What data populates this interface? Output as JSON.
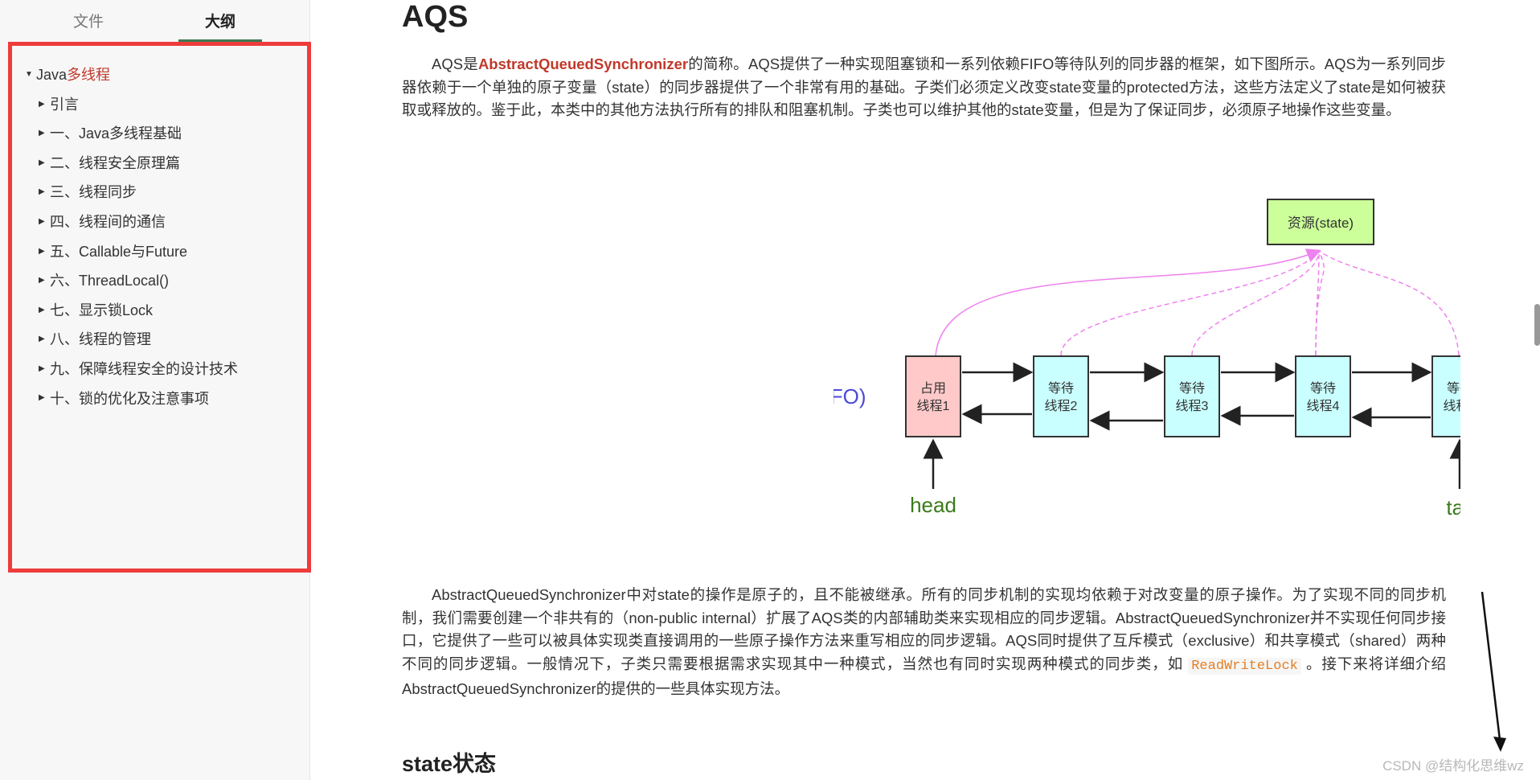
{
  "sidebar": {
    "tabs": {
      "files": "文件",
      "outline": "大纲"
    },
    "root": {
      "label_a": "Java",
      "label_b": "多线程"
    },
    "items": [
      "引言",
      "一、Java多线程基础",
      "二、线程安全原理篇",
      "三、线程同步",
      "四、线程间的通信",
      "五、Callable与Future",
      "六、ThreadLocal()",
      "七、显示锁Lock",
      "八、线程的管理",
      "九、保障线程安全的设计技术",
      "十、锁的优化及注意事项"
    ],
    "collapse_label": "<",
    "source_label": "</>"
  },
  "main": {
    "title": "AQS",
    "para1": {
      "prefix": "AQS是",
      "bold": "AbstractQueuedSynchronizer",
      "suffix": "的简称。AQS提供了一种实现阻塞锁和一系列依赖FIFO等待队列的同步器的框架，如下图所示。AQS为一系列同步器依赖于一个单独的原子变量（state）的同步器提供了一个非常有用的基础。子类们必须定义改变state变量的protected方法，这些方法定义了state是如何被获取或释放的。鉴于此，本类中的其他方法执行所有的排队和阻塞机制。子类也可以维护其他的state变量，但是为了保证同步，必须原子地操作这些变量。"
    },
    "diagram": {
      "resource": "资源(state)",
      "queue_label": "CLH队列(FIFO)",
      "nodes": [
        {
          "line1": "占用",
          "line2": "线程1"
        },
        {
          "line1": "等待",
          "line2": "线程2"
        },
        {
          "line1": "等待",
          "line2": "线程3"
        },
        {
          "line1": "等待",
          "line2": "线程4"
        },
        {
          "line1": "等待",
          "line2": "线程n"
        }
      ],
      "head": "head",
      "tail": "tail"
    },
    "para2": {
      "prefix": "AbstractQueuedSynchronizer中对state的操作是原子的，且不能被继承。所有的同步机制的实现均依赖于对改变量的原子操作。为了实现不同的同步机制，我们需要创建一个非共有的（non-public internal）扩展了AQS类的内部辅助类来实现相应的同步逻辑。AbstractQueuedSynchronizer并不实现任何同步接口，它提供了一些可以被具体实现类直接调用的一些原子操作方法来重写相应的同步逻辑。AQS同时提供了互斥模式（exclusive）和共享模式（shared）两种不同的同步逻辑。一般情况下，子类只需要根据需求实现其中一种模式，当然也有同时实现两种模式的同步类，如 ",
      "code": "ReadWriteLock",
      "suffix": " 。接下来将详细介绍AbstractQueuedSynchronizer的提供的一些具体实现方法。"
    },
    "h2": "state状态",
    "watermark": "CSDN @结构化思维wz"
  },
  "colors": {
    "accent_red": "#ee3b3b",
    "tab_underline": "#3d7a52",
    "node_occupied": "#ffc9c9",
    "node_waiting": "#c9ffff",
    "resource": "#ccff99",
    "queue_label": "#4a4ad9",
    "head_tail": "#3a7a1a",
    "link_pink": "#ee82ee"
  }
}
